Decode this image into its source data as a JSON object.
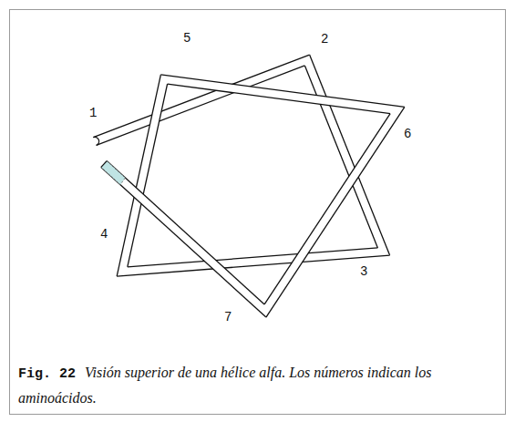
{
  "diagram": {
    "caption": "Visión superior de una hélice alfa. Los números indican los aminoácidos.",
    "labels": [
      "1",
      "2",
      "3",
      "4",
      "5",
      "6",
      "7",
      "Fig. 22"
    ]
  }
}
